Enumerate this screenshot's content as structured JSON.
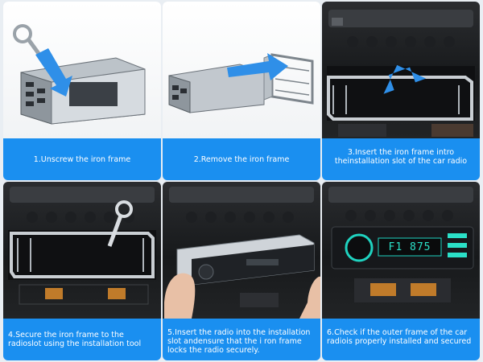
{
  "steps": [
    {
      "caption": "1.Unscrew the iron frame"
    },
    {
      "caption": "2.Remove the iron frame"
    },
    {
      "caption": "3.Insert the iron frame intro theinstallation slot of the car radio"
    },
    {
      "caption": "4.Secure the iron frame to the radioslot using the installation tool"
    },
    {
      "caption": "5.Insert the radio into the installation slot andensure that the i ron frame locks the radio securely."
    },
    {
      "caption": "6.Check if the outer frame of the car radiois properly installed and secured"
    }
  ],
  "radio_display": "F1 875",
  "colors": {
    "caption_bg": "#1a8ff0",
    "arrow": "#2f8fe8"
  }
}
